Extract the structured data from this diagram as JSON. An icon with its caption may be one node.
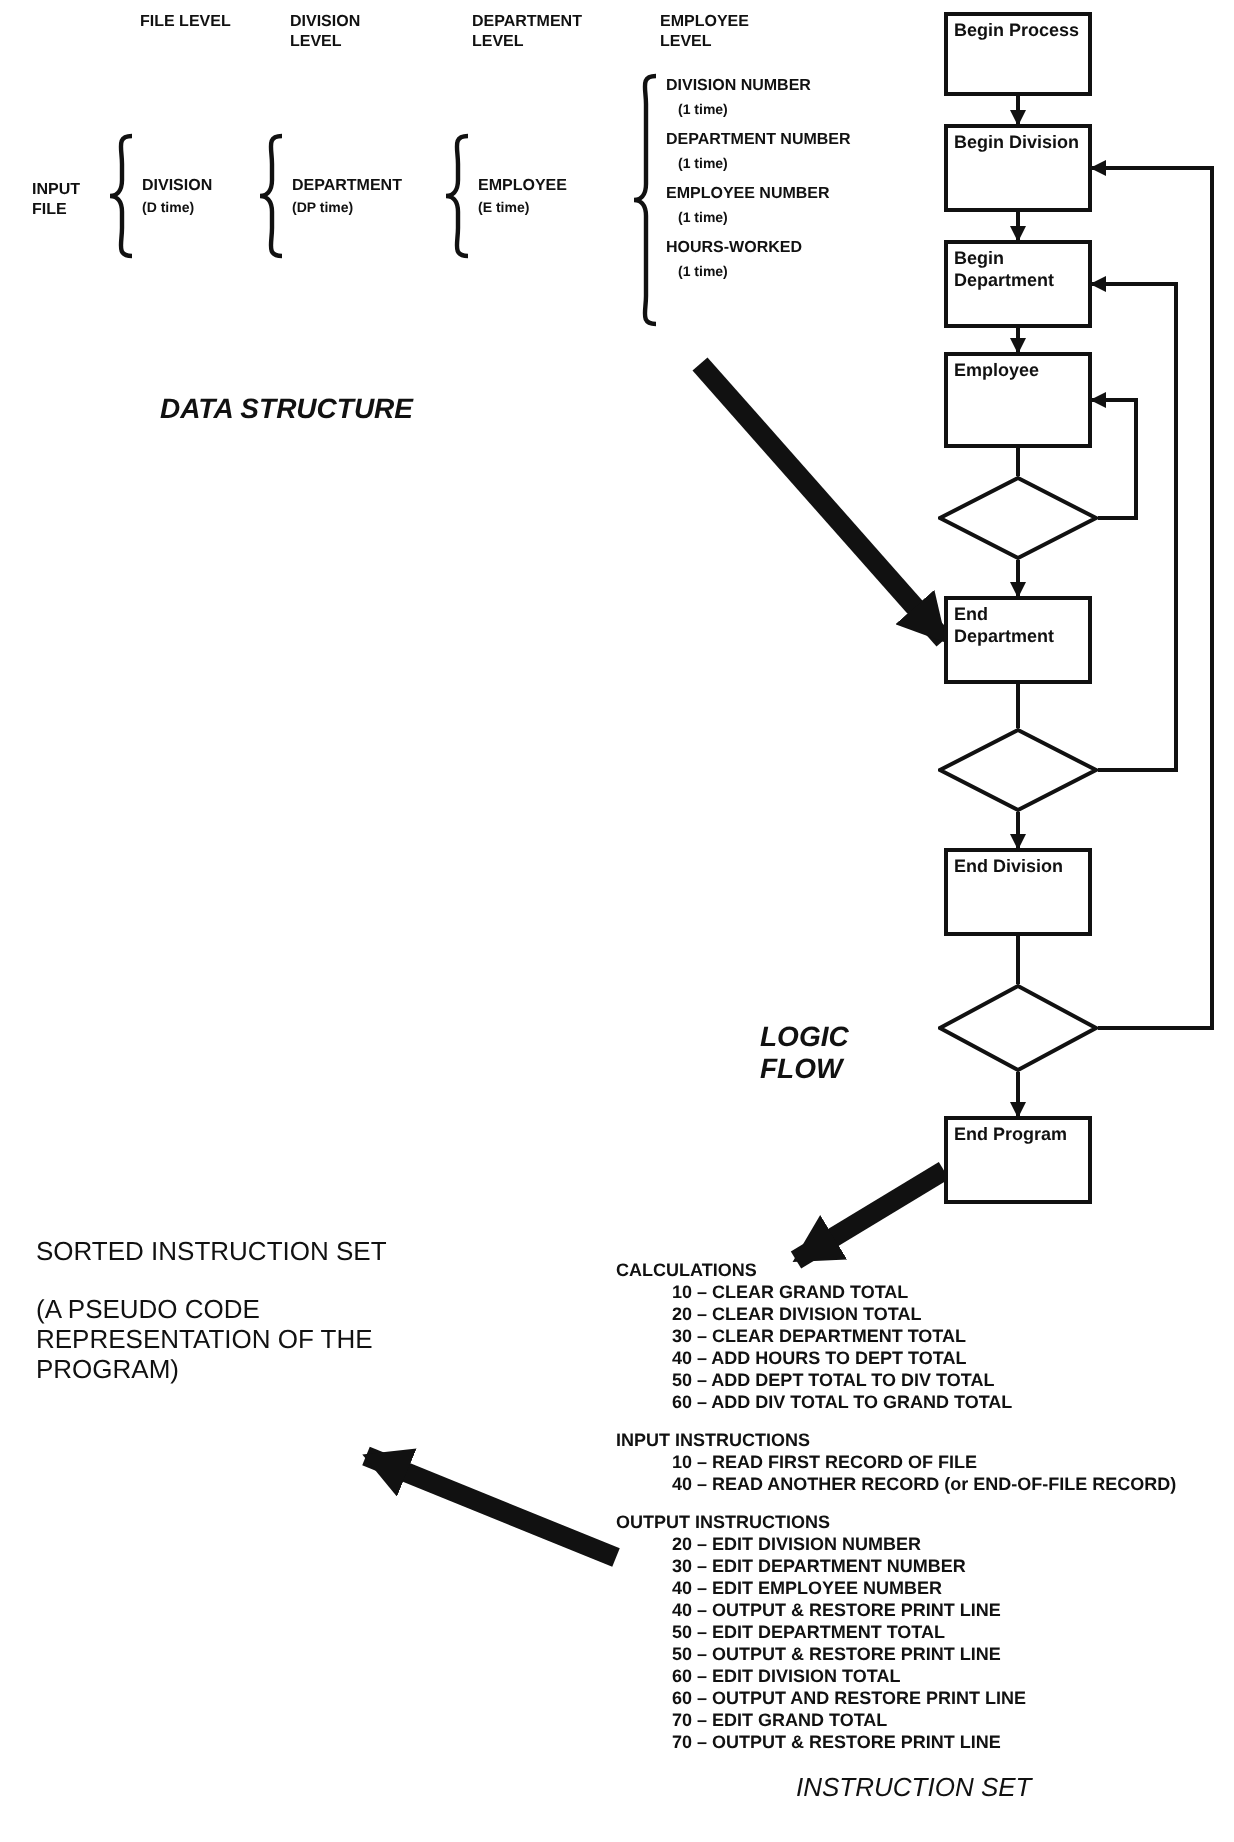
{
  "diagram": {
    "nodes": [
      {
        "text": [
          "Begin Process"
        ]
      },
      {
        "text": [
          "Begin Division"
        ]
      },
      {
        "text": [
          "Begin Department"
        ]
      },
      {
        "text": [
          "Employee"
        ]
      },
      {
        "text": [],
        "shape": "diamond"
      },
      {
        "text": [
          "End Department"
        ]
      },
      {
        "text": [],
        "shape": "diamond"
      },
      {
        "text": [
          "End Division"
        ]
      },
      {
        "text": [],
        "shape": "diamond"
      },
      {
        "text": [
          "End Program"
        ]
      },
      {
        "text": [
          "CALCULATIONS",
          "10 – CLEAR GRAND TOTAL",
          "20 – CLEAR DIVISION TOTAL",
          "30 – CLEAR DEPARTMENT TOTAL",
          "40 – ADD HOURS TO DEPT TOTAL",
          "50 – ADD DEPT TOTAL TO DIV TOTAL",
          "60 – ADD DIV TOTAL TO GRAND TOTAL",
          "INPUT INSTRUCTIONS",
          "10 – READ FIRST RECORD OF FILE",
          "40 – READ ANOTHER RECORD (or END-OF-FILE RECORD)",
          "OUTPUT INSTRUCTIONS",
          "20 – EDIT DIVISION NUMBER",
          "30 – EDIT DEPARTMENT NUMBER",
          "40 – EDIT EMPLOYEE NUMBER",
          "40 – OUTPUT & RESTORE PRINT LINE",
          "50 – EDIT DEPARTMENT TOTAL",
          "50 – OUTPUT & RESTORE PRINT LINE",
          "60 – EDIT DIVISION TOTAL",
          "60 – OUTPUT AND RESTORE PRINT LINE",
          "70 – EDIT GRAND TOTAL",
          "70 – OUTPUT & RESTORE PRINT LINE"
        ],
        "beside": [
          "INSTRUCTION SET"
        ]
      },
      {
        "text": [
          "SORTED INSTRUCTION SET",
          "(A PSEUDO CODE REPRESENTATION OF THE PROGRAM)"
        ]
      }
    ],
    "edges": [
      {
        "from": 0,
        "to": 1,
        "arrow": "to"
      },
      {
        "from": 1,
        "to": 2,
        "arrow": "to"
      },
      {
        "from": 2,
        "to": 3,
        "arrow": "to"
      },
      {
        "from": 3,
        "to": 4,
        "arrow": "none"
      },
      {
        "from": 4,
        "to": 5,
        "arrow": "to"
      },
      {
        "from": 5,
        "to": 6,
        "arrow": "none"
      },
      {
        "from": 6,
        "to": 7,
        "arrow": "to"
      },
      {
        "from": 7,
        "to": 8,
        "arrow": "none"
      },
      {
        "from": 8,
        "to": 9,
        "arrow": "to"
      },
      {
        "from": 4,
        "to": 3,
        "arrow": "to"
      },
      {
        "from": 6,
        "to": 2,
        "arrow": "to"
      },
      {
        "from": 8,
        "to": 1,
        "arrow": "to"
      },
      {
        "from": null,
        "to": 5,
        "arrow": "to",
        "style": "thick"
      },
      {
        "from": 9,
        "to": 10,
        "arrow": "to",
        "style": "thick"
      },
      {
        "from": 10,
        "to": 11,
        "arrow": "to",
        "style": "thick"
      }
    ],
    "labels": [
      "FILE LEVEL",
      "DIVISION LEVEL",
      "DEPARTMENT LEVEL",
      "EMPLOYEE LEVEL",
      "INPUT FILE",
      "DIVISION",
      "(D time)",
      "DEPARTMENT",
      "(DP time)",
      "EMPLOYEE",
      "(E time)",
      "DIVISION NUMBER",
      "(1 time)",
      "DEPARTMENT NUMBER",
      "(1 time)",
      "EMPLOYEE NUMBER",
      "(1 time)",
      "HOURS-WORKED",
      "(1 time)",
      "DATA STRUCTURE",
      "LOGIC FLOW"
    ]
  }
}
